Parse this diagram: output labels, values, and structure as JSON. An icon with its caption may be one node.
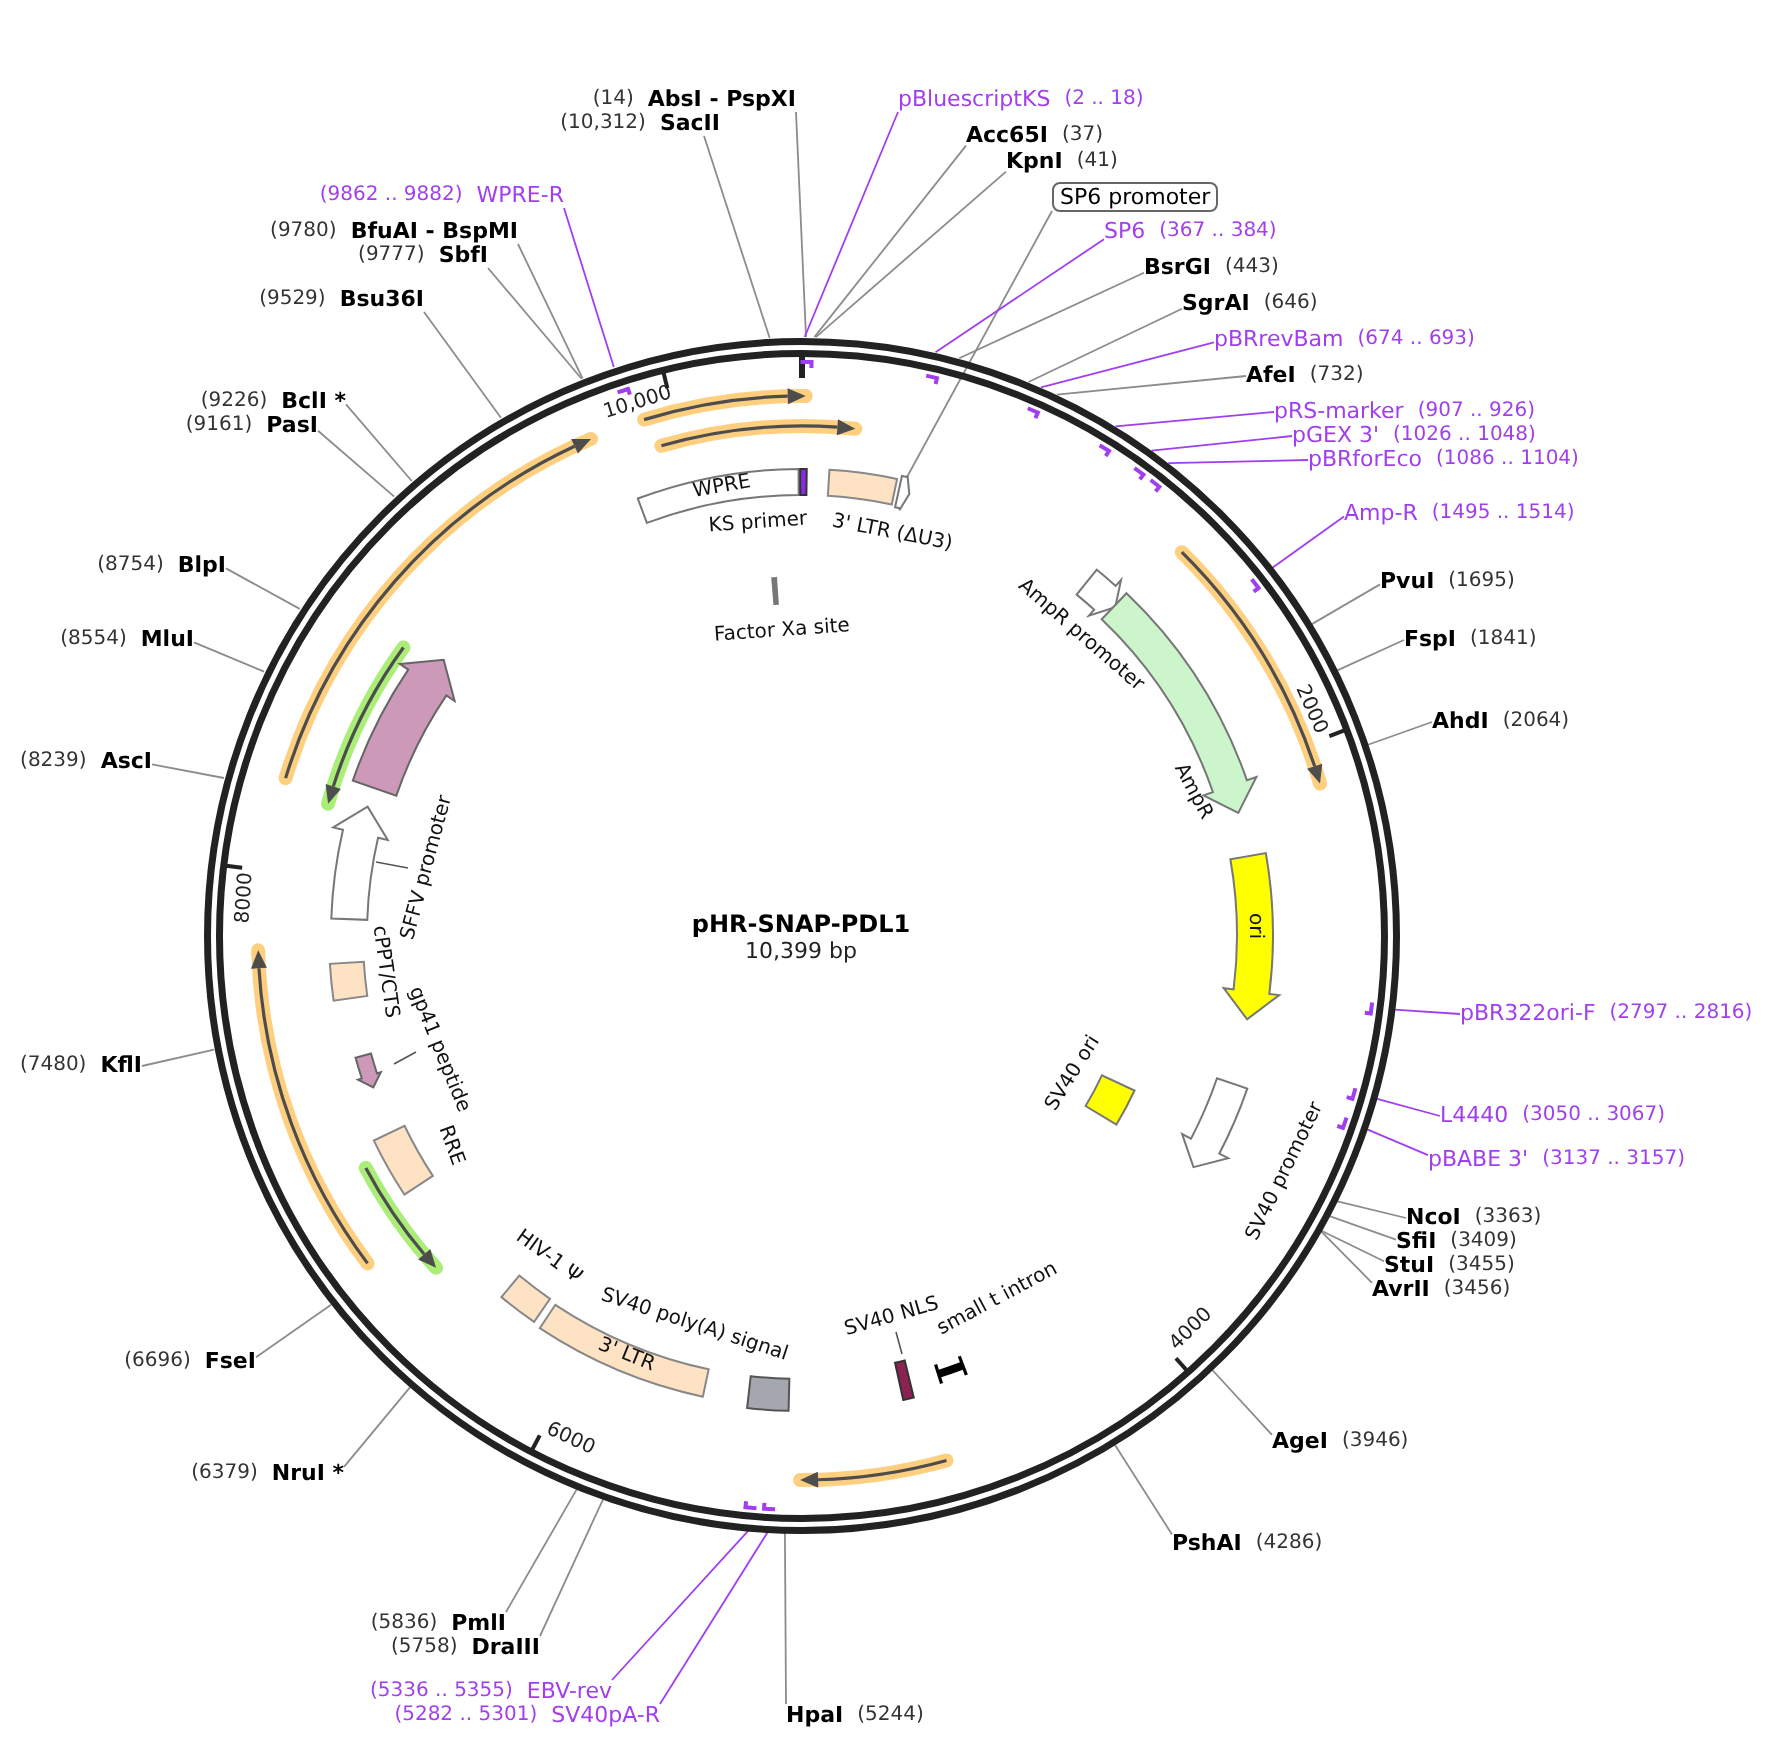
{
  "diagram": {
    "nodes": [
      {
        "text": [
          "pHR-SNAP-PDL1",
          "10,399 bp"
        ]
      },
      {
        "text": [
          "AbsI - PspXI"
        ],
        "beside": [
          "(14)"
        ]
      },
      {
        "text": [
          "pBluescriptKS"
        ],
        "beside": [
          "(2 .. 18)"
        ]
      },
      {
        "text": [
          "Acc65I"
        ],
        "beside": [
          "(37)"
        ]
      },
      {
        "text": [
          "KpnI"
        ],
        "beside": [
          "(41)"
        ]
      },
      {
        "text": [
          "SP6 promoter"
        ]
      },
      {
        "text": [
          "SP6"
        ],
        "beside": [
          "(367 .. 384)"
        ]
      },
      {
        "text": [
          "BsrGI"
        ],
        "beside": [
          "(443)"
        ]
      },
      {
        "text": [
          "SgrAI"
        ],
        "beside": [
          "(646)"
        ]
      },
      {
        "text": [
          "pBRrevBam"
        ],
        "beside": [
          "(674 .. 693)"
        ]
      },
      {
        "text": [
          "AfeI"
        ],
        "beside": [
          "(732)"
        ]
      },
      {
        "text": [
          "pRS-marker"
        ],
        "beside": [
          "(907 .. 926)"
        ]
      },
      {
        "text": [
          "pGEX 3'"
        ],
        "beside": [
          "(1026 .. 1048)"
        ]
      },
      {
        "text": [
          "pBRforEco"
        ],
        "beside": [
          "(1086 .. 1104)"
        ]
      },
      {
        "text": [
          "Amp-R"
        ],
        "beside": [
          "(1495 .. 1514)"
        ]
      },
      {
        "text": [
          "PvuI"
        ],
        "beside": [
          "(1695)"
        ]
      },
      {
        "text": [
          "FspI"
        ],
        "beside": [
          "(1841)"
        ]
      },
      {
        "text": [
          "AhdI"
        ],
        "beside": [
          "(2064)"
        ]
      },
      {
        "text": [
          "pBR322ori-F"
        ],
        "beside": [
          "(2797 .. 2816)"
        ]
      },
      {
        "text": [
          "L4440"
        ],
        "beside": [
          "(3050 .. 3067)"
        ]
      },
      {
        "text": [
          "pBABE 3'"
        ],
        "beside": [
          "(3137 .. 3157)"
        ]
      },
      {
        "text": [
          "NcoI"
        ],
        "beside": [
          "(3363)"
        ]
      },
      {
        "text": [
          "SfiI"
        ],
        "beside": [
          "(3409)"
        ]
      },
      {
        "text": [
          "StuI"
        ],
        "beside": [
          "(3455)"
        ]
      },
      {
        "text": [
          "AvrII"
        ],
        "beside": [
          "(3456)"
        ]
      },
      {
        "text": [
          "AgeI"
        ],
        "beside": [
          "(3946)"
        ]
      },
      {
        "text": [
          "PshAI"
        ],
        "beside": [
          "(4286)"
        ]
      },
      {
        "text": [
          "HpaI"
        ],
        "beside": [
          "(5244)"
        ]
      },
      {
        "text": [
          "SV40pA-R"
        ],
        "beside": [
          "(5282 .. 5301)"
        ]
      },
      {
        "text": [
          "EBV-rev"
        ],
        "beside": [
          "(5336 .. 5355)"
        ]
      },
      {
        "text": [
          "DraIII"
        ],
        "beside": [
          "(5758)"
        ]
      },
      {
        "text": [
          "PmlI"
        ],
        "beside": [
          "(5836)"
        ]
      },
      {
        "text": [
          "NruI *"
        ],
        "beside": [
          "(6379)"
        ]
      },
      {
        "text": [
          "FseI"
        ],
        "beside": [
          "(6696)"
        ]
      },
      {
        "text": [
          "KflI"
        ],
        "beside": [
          "(7480)"
        ]
      },
      {
        "text": [
          "AscI"
        ],
        "beside": [
          "(8239)"
        ]
      },
      {
        "text": [
          "MluI"
        ],
        "beside": [
          "(8554)"
        ]
      },
      {
        "text": [
          "BlpI"
        ],
        "beside": [
          "(8754)"
        ]
      },
      {
        "text": [
          "PasI"
        ],
        "beside": [
          "(9161)"
        ]
      },
      {
        "text": [
          "BclI *"
        ],
        "beside": [
          "(9226)"
        ]
      },
      {
        "text": [
          "Bsu36I"
        ],
        "beside": [
          "(9529)"
        ]
      },
      {
        "text": [
          "SbfI"
        ],
        "beside": [
          "(9777)"
        ]
      },
      {
        "text": [
          "BfuAI - BspMI"
        ],
        "beside": [
          "(9780)"
        ]
      },
      {
        "text": [
          "WPRE-R"
        ],
        "beside": [
          "(9862 .. 9882)"
        ]
      },
      {
        "text": [
          "SacII"
        ],
        "beside": [
          "(10,312)"
        ]
      },
      {
        "text": [
          "WPRE"
        ],
        "in": 0
      },
      {
        "text": [
          "KS primer"
        ],
        "in": 0
      },
      {
        "text": [
          "3' LTR (ΔU3)"
        ],
        "in": 0
      },
      {
        "text": [],
        "shape": "arrow",
        "in": 0
      },
      {
        "text": [
          "Factor Xa site"
        ],
        "in": 0
      },
      {
        "text": [
          "AmpR promoter"
        ],
        "in": 0
      },
      {
        "text": [
          "AmpR"
        ],
        "in": 0
      },
      {
        "text": [
          "ori"
        ],
        "in": 0
      },
      {
        "text": [
          "SV40 promoter"
        ],
        "in": 0
      },
      {
        "text": [
          "SV40 ori"
        ],
        "in": 0
      },
      {
        "text": [
          "small t intron"
        ],
        "in": 0
      },
      {
        "text": [
          "SV40 NLS"
        ],
        "in": 0
      },
      {
        "text": [
          "SV40 poly(A) signal"
        ],
        "in": 0
      },
      {
        "text": [
          "3' LTR"
        ],
        "in": 0
      },
      {
        "text": [
          "HIV-1 Ψ"
        ],
        "in": 0
      },
      {
        "text": [
          "RRE"
        ],
        "in": 0
      },
      {
        "text": [
          "gp41 peptide"
        ],
        "in": 0
      },
      {
        "text": [
          "cPPT/CTS"
        ],
        "in": 0
      },
      {
        "text": [
          "SFFV promoter"
        ],
        "in": 0
      },
      {
        "text": [],
        "shape": "arrow",
        "in": 0
      }
    ],
    "edges": [
      {
        "from": 1,
        "to": 0,
        "arrow": "none"
      },
      {
        "from": 2,
        "to": 0,
        "arrow": "none",
        "color": "#a03ef0"
      },
      {
        "from": 3,
        "to": 0,
        "arrow": "none"
      },
      {
        "from": 4,
        "to": 0,
        "arrow": "none"
      },
      {
        "from": 5,
        "to": 48,
        "arrow": "none"
      },
      {
        "from": 6,
        "to": 0,
        "arrow": "none",
        "color": "#a03ef0"
      },
      {
        "from": 7,
        "to": 0,
        "arrow": "none"
      },
      {
        "from": 8,
        "to": 0,
        "arrow": "none"
      },
      {
        "from": 9,
        "to": 0,
        "arrow": "none",
        "color": "#a03ef0"
      },
      {
        "from": 10,
        "to": 0,
        "arrow": "none"
      },
      {
        "from": 11,
        "to": 0,
        "arrow": "none",
        "color": "#a03ef0"
      },
      {
        "from": 12,
        "to": 0,
        "arrow": "none",
        "color": "#a03ef0"
      },
      {
        "from": 13,
        "to": 0,
        "arrow": "none",
        "color": "#a03ef0"
      },
      {
        "from": 14,
        "to": 0,
        "arrow": "none",
        "color": "#a03ef0"
      },
      {
        "from": 15,
        "to": 0,
        "arrow": "none"
      },
      {
        "from": 16,
        "to": 0,
        "arrow": "none"
      },
      {
        "from": 17,
        "to": 0,
        "arrow": "none"
      },
      {
        "from": 18,
        "to": 0,
        "arrow": "none",
        "color": "#a03ef0"
      },
      {
        "from": 19,
        "to": 0,
        "arrow": "none",
        "color": "#a03ef0"
      },
      {
        "from": 20,
        "to": 0,
        "arrow": "none",
        "color": "#a03ef0"
      },
      {
        "from": 21,
        "to": 0,
        "arrow": "none"
      },
      {
        "from": 22,
        "to": 0,
        "arrow": "none"
      },
      {
        "from": 23,
        "to": 0,
        "arrow": "none"
      },
      {
        "from": 24,
        "to": 0,
        "arrow": "none"
      },
      {
        "from": 25,
        "to": 0,
        "arrow": "none"
      },
      {
        "from": 26,
        "to": 0,
        "arrow": "none"
      },
      {
        "from": 27,
        "to": 0,
        "arrow": "none"
      },
      {
        "from": 28,
        "to": 0,
        "arrow": "none",
        "color": "#a03ef0"
      },
      {
        "from": 29,
        "to": 0,
        "arrow": "none",
        "color": "#a03ef0"
      },
      {
        "from": 30,
        "to": 0,
        "arrow": "none"
      },
      {
        "from": 31,
        "to": 0,
        "arrow": "none"
      },
      {
        "from": 32,
        "to": 0,
        "arrow": "none"
      },
      {
        "from": 33,
        "to": 0,
        "arrow": "none"
      },
      {
        "from": 34,
        "to": 0,
        "arrow": "none"
      },
      {
        "from": 35,
        "to": 0,
        "arrow": "none"
      },
      {
        "from": 36,
        "to": 0,
        "arrow": "none"
      },
      {
        "from": 37,
        "to": 0,
        "arrow": "none"
      },
      {
        "from": 38,
        "to": 0,
        "arrow": "none"
      },
      {
        "from": 39,
        "to": 0,
        "arrow": "none"
      },
      {
        "from": 40,
        "to": 0,
        "arrow": "none"
      },
      {
        "from": 41,
        "to": 0,
        "arrow": "none"
      },
      {
        "from": 42,
        "to": 0,
        "arrow": "none"
      },
      {
        "from": 43,
        "to": 0,
        "arrow": "none",
        "color": "#a03ef0"
      },
      {
        "from": 44,
        "to": 0,
        "arrow": "none"
      }
    ],
    "labels": [
      "10,000",
      "2000",
      "8000",
      "4000",
      "6000"
    ]
  }
}
